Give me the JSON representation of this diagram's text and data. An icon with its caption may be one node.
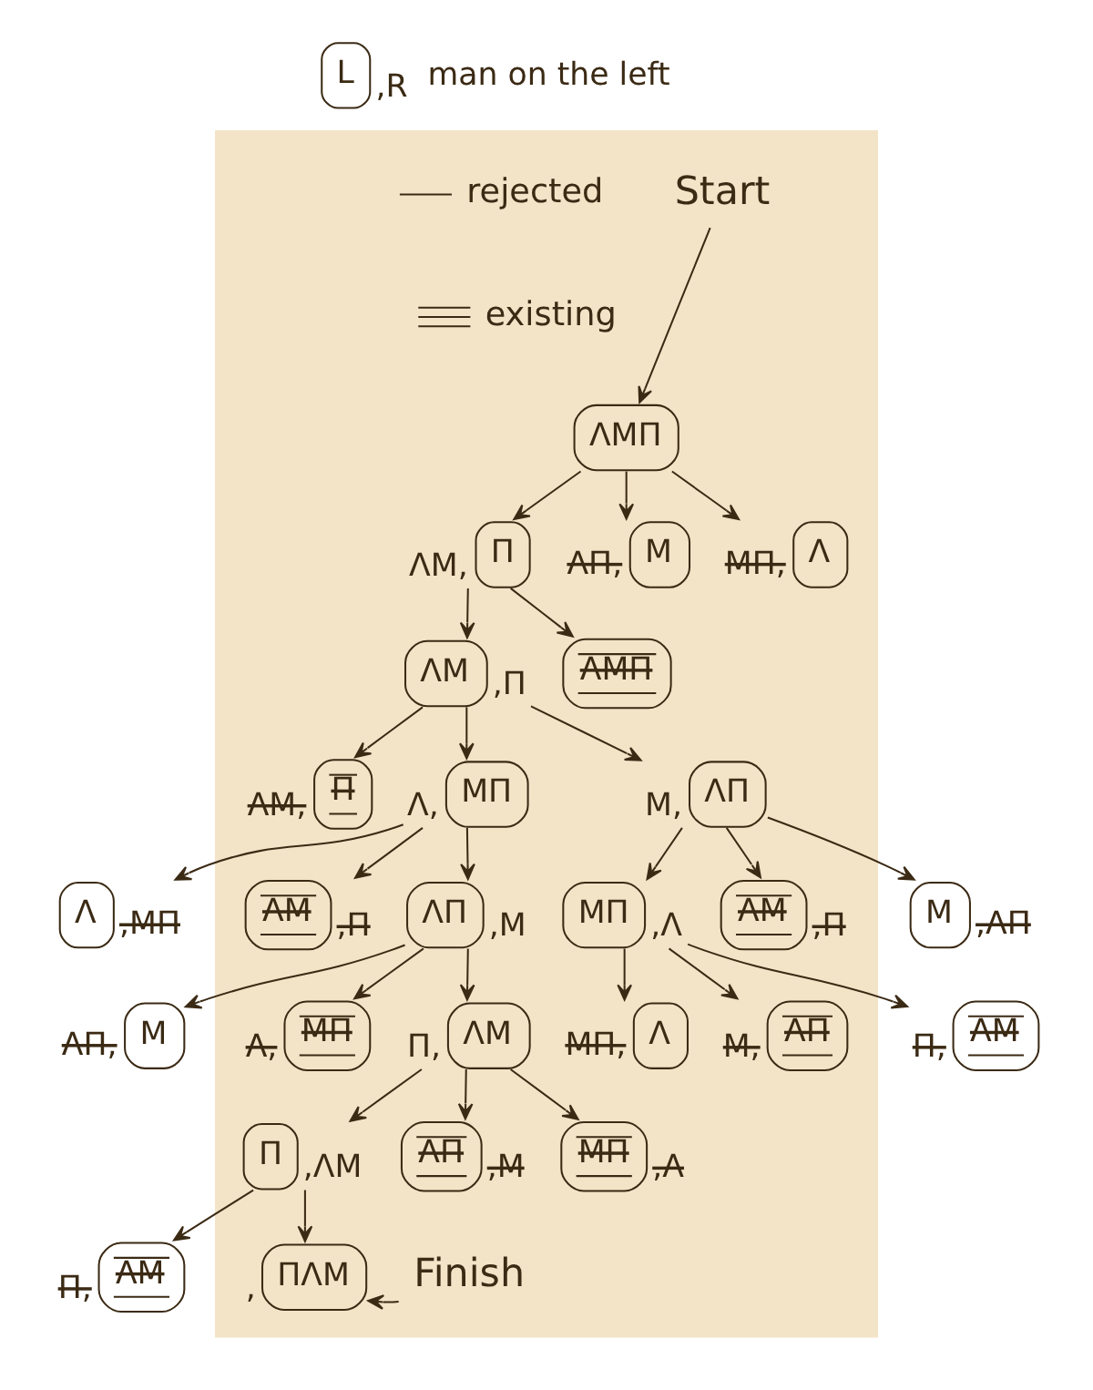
{
  "diagram": {
    "nodes": [
      {
        "text": [
          "L"
        ],
        "beside": [
          ",R",
          "man on the left"
        ]
      },
      {
        "text": [],
        "shape": "box"
      },
      {
        "text": [
          "Start"
        ],
        "in": 1
      },
      {
        "text": [
          "ΛΜΠ"
        ],
        "in": 1
      },
      {
        "text": [
          "Π"
        ],
        "beside": [
          "ΛΜ,"
        ],
        "in": 1
      },
      {
        "text": [
          "Μ"
        ],
        "beside": [
          "ΛΠ,"
        ],
        "in": 1
      },
      {
        "text": [
          "Λ"
        ],
        "beside": [
          "ΜΠ,"
        ],
        "in": 1
      },
      {
        "text": [
          "ΛΜ"
        ],
        "beside": [
          ",Π"
        ],
        "in": 1
      },
      {
        "text": [
          "ΛΜΠ"
        ],
        "in": 1
      },
      {
        "text": [
          "Π"
        ],
        "beside": [
          "ΛΜ,"
        ],
        "in": 1
      },
      {
        "text": [
          "ΜΠ"
        ],
        "beside": [
          "Λ,"
        ],
        "in": 1
      },
      {
        "text": [
          "ΛΠ"
        ],
        "beside": [
          "Μ,"
        ],
        "in": 1
      },
      {
        "text": [
          "Λ"
        ],
        "beside": [
          ",ΜΠ"
        ]
      },
      {
        "text": [
          "ΛΜ"
        ],
        "beside": [
          ",Π"
        ],
        "in": 1
      },
      {
        "text": [
          "ΛΠ"
        ],
        "beside": [
          ",Μ"
        ],
        "in": 1
      },
      {
        "text": [
          "ΜΠ"
        ],
        "beside": [
          ",Λ"
        ],
        "in": 1
      },
      {
        "text": [
          "ΛΜ"
        ],
        "beside": [
          ",Π"
        ],
        "in": 1
      },
      {
        "text": [
          "Μ"
        ],
        "beside": [
          ",ΛΠ"
        ]
      },
      {
        "text": [
          "Μ"
        ],
        "beside": [
          "ΛΠ,"
        ]
      },
      {
        "text": [
          "ΜΠ"
        ],
        "beside": [
          "Λ,"
        ],
        "in": 1
      },
      {
        "text": [
          "ΛΜ"
        ],
        "beside": [
          "Π,"
        ],
        "in": 1
      },
      {
        "text": [
          "Λ"
        ],
        "beside": [
          "ΜΠ,"
        ],
        "in": 1
      },
      {
        "text": [
          "ΛΠ"
        ],
        "beside": [
          "Μ,"
        ],
        "in": 1
      },
      {
        "text": [
          "ΛΜ"
        ],
        "beside": [
          "Π,"
        ]
      },
      {
        "text": [
          "Π"
        ],
        "beside": [
          ",ΛΜ"
        ],
        "in": 1
      },
      {
        "text": [
          "ΛΠ"
        ],
        "beside": [
          ",Μ"
        ],
        "in": 1
      },
      {
        "text": [
          "ΜΠ"
        ],
        "beside": [
          ",Λ"
        ],
        "in": 1
      },
      {
        "text": [
          "ΛΜ"
        ],
        "beside": [
          "Π,"
        ]
      },
      {
        "text": [
          "ΠΛΜ"
        ],
        "beside": [
          ","
        ],
        "in": 1
      },
      {
        "text": [
          "Finish"
        ],
        "in": 1
      }
    ],
    "edges": [
      {
        "from": 2,
        "to": 3,
        "arrow": "to"
      },
      {
        "from": 3,
        "to": 4,
        "arrow": "to"
      },
      {
        "from": 3,
        "to": 5,
        "arrow": "to"
      },
      {
        "from": 3,
        "to": 6,
        "arrow": "to"
      },
      {
        "from": 4,
        "to": 7,
        "arrow": "to"
      },
      {
        "from": 4,
        "to": 8,
        "arrow": "to"
      },
      {
        "from": 7,
        "to": 9,
        "arrow": "to"
      },
      {
        "from": 7,
        "to": 10,
        "arrow": "to"
      },
      {
        "from": 7,
        "to": 11,
        "arrow": "to"
      },
      {
        "from": 10,
        "to": 12,
        "arrow": "to"
      },
      {
        "from": 10,
        "to": 13,
        "arrow": "to"
      },
      {
        "from": 10,
        "to": 14,
        "arrow": "to"
      },
      {
        "from": 11,
        "to": 15,
        "arrow": "to"
      },
      {
        "from": 11,
        "to": 16,
        "arrow": "to"
      },
      {
        "from": 11,
        "to": 17,
        "arrow": "to"
      },
      {
        "from": 14,
        "to": 18,
        "arrow": "to"
      },
      {
        "from": 14,
        "to": 19,
        "arrow": "to"
      },
      {
        "from": 14,
        "to": 20,
        "arrow": "to"
      },
      {
        "from": 15,
        "to": 21,
        "arrow": "to"
      },
      {
        "from": 15,
        "to": 22,
        "arrow": "to"
      },
      {
        "from": 15,
        "to": 23,
        "arrow": "to"
      },
      {
        "from": 20,
        "to": 24,
        "arrow": "to"
      },
      {
        "from": 20,
        "to": 25,
        "arrow": "to"
      },
      {
        "from": 20,
        "to": 26,
        "arrow": "to"
      },
      {
        "from": 24,
        "to": 27,
        "arrow": "to"
      },
      {
        "from": 24,
        "to": 28,
        "arrow": "to"
      },
      {
        "from": 29,
        "to": 28,
        "arrow": "to"
      }
    ],
    "legend": [
      {
        "text": "rejected"
      },
      {
        "text": "existing"
      }
    ]
  }
}
